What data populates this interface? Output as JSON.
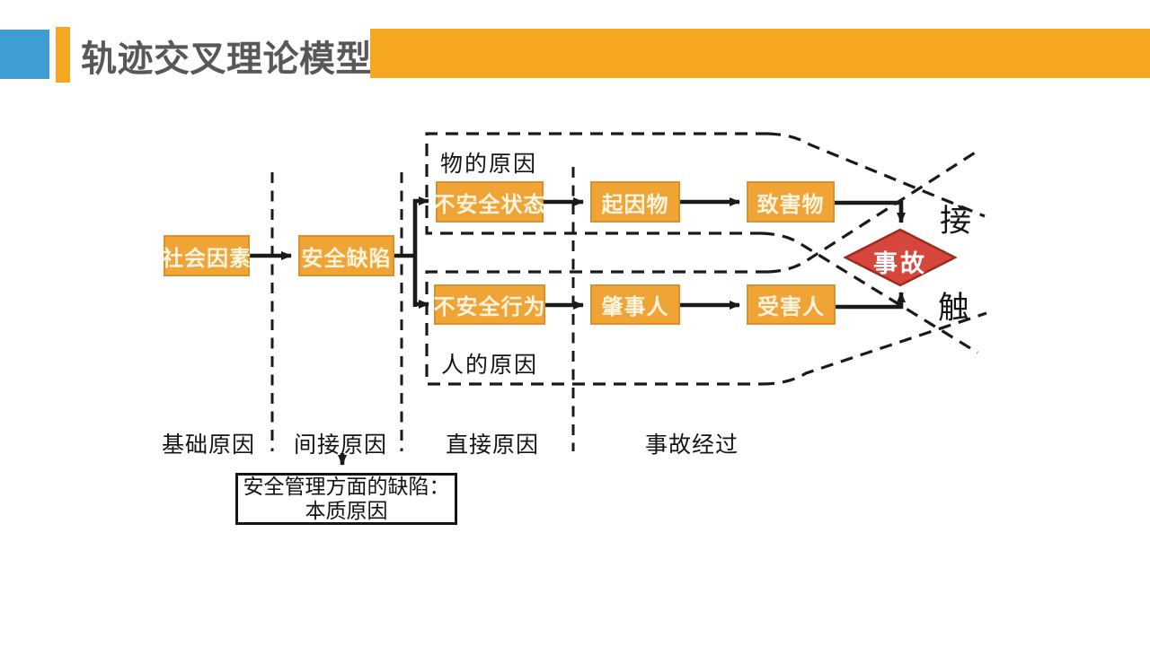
{
  "slide": {
    "title": "轨迹交叉理论模型"
  },
  "colors": {
    "accent_blue": "#3F9DD3",
    "accent_orange": "#F6A722",
    "title_color": "#58585A",
    "node_fill": "#F0A436",
    "node_border": "#D8912C",
    "node_text": "#FCF4DE",
    "accident_fill": "#D5473C",
    "accident_border": "#9E2A1F",
    "accident_text": "#FFFFFF",
    "line_color": "#1A1A1A"
  },
  "nodes": {
    "social_factors": "社会因素",
    "safety_defect": "安全缺陷",
    "unsafe_state": "不安全状态",
    "initiating_object": "起因物",
    "harmful_object": "致害物",
    "unsafe_behavior": "不安全行为",
    "perpetrator": "肇事人",
    "victim": "受害人",
    "accident": "事故"
  },
  "labels": {
    "object_cause": "物的原因",
    "human_cause": "人的原因",
    "contact_top": "接",
    "contact_bottom": "触",
    "stage_basic": "基础原因",
    "stage_indirect": "间接原因",
    "stage_direct": "直接原因",
    "stage_course": "事故经过",
    "management_line1": "安全管理方面的缺陷：",
    "management_line2": "本质原因"
  }
}
